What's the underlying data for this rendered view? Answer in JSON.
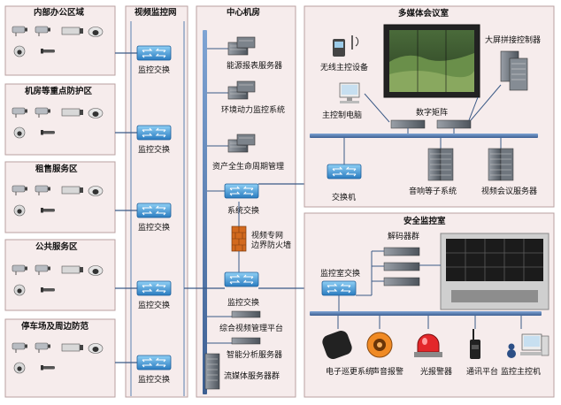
{
  "zones": {
    "office": "内部办公区域",
    "machine_room": "机房等重点防护区",
    "rental": "租售服务区",
    "public": "公共服务区",
    "parking": "停车场及周边防范"
  },
  "sections": {
    "video_net": "视频监控网",
    "center_room": "中心机房",
    "multimedia": "多媒体会议室",
    "security_room": "安全监控室"
  },
  "video_net": {
    "switch_label": "监控交换"
  },
  "center": {
    "energy_server": "能源报表服务器",
    "env_system": "环境动力监控系统",
    "asset_mgmt": "资产全生命周期管理",
    "system_switch": "系统交换",
    "firewall": "视频专网\n边界防火墙",
    "monitor_switch": "监控交换",
    "video_platform": "综合视频管理平台",
    "smart_server": "智能分析服务器",
    "stream_cluster": "流媒体服务器群"
  },
  "multimedia": {
    "wireless": "无线主控设备",
    "main_pc": "主控制电脑",
    "projection_ctrl": "大屏拼接控制器",
    "matrix": "数字矩阵",
    "switch": "交换机",
    "audio": "音响等子系统",
    "video_conf": "视频会议服务器"
  },
  "security": {
    "decoders": "解码器群",
    "room_switch": "监控室交换",
    "devices": [
      {
        "name": "电子巡更系统",
        "icon": "patrol-icon"
      },
      {
        "name": "声音报警",
        "icon": "speaker-icon"
      },
      {
        "name": "光报警器",
        "icon": "alarm-light-icon"
      },
      {
        "name": "通讯平台",
        "icon": "radio-icon"
      },
      {
        "name": "监控主控机",
        "icon": "workstation-icon"
      }
    ]
  },
  "colors": {
    "panel_bg": "#f6ecec",
    "panel_border": "#b9a0a0",
    "line": "#3b5a86",
    "bus": "#5a7fb0",
    "switch": "#3f92d6"
  }
}
